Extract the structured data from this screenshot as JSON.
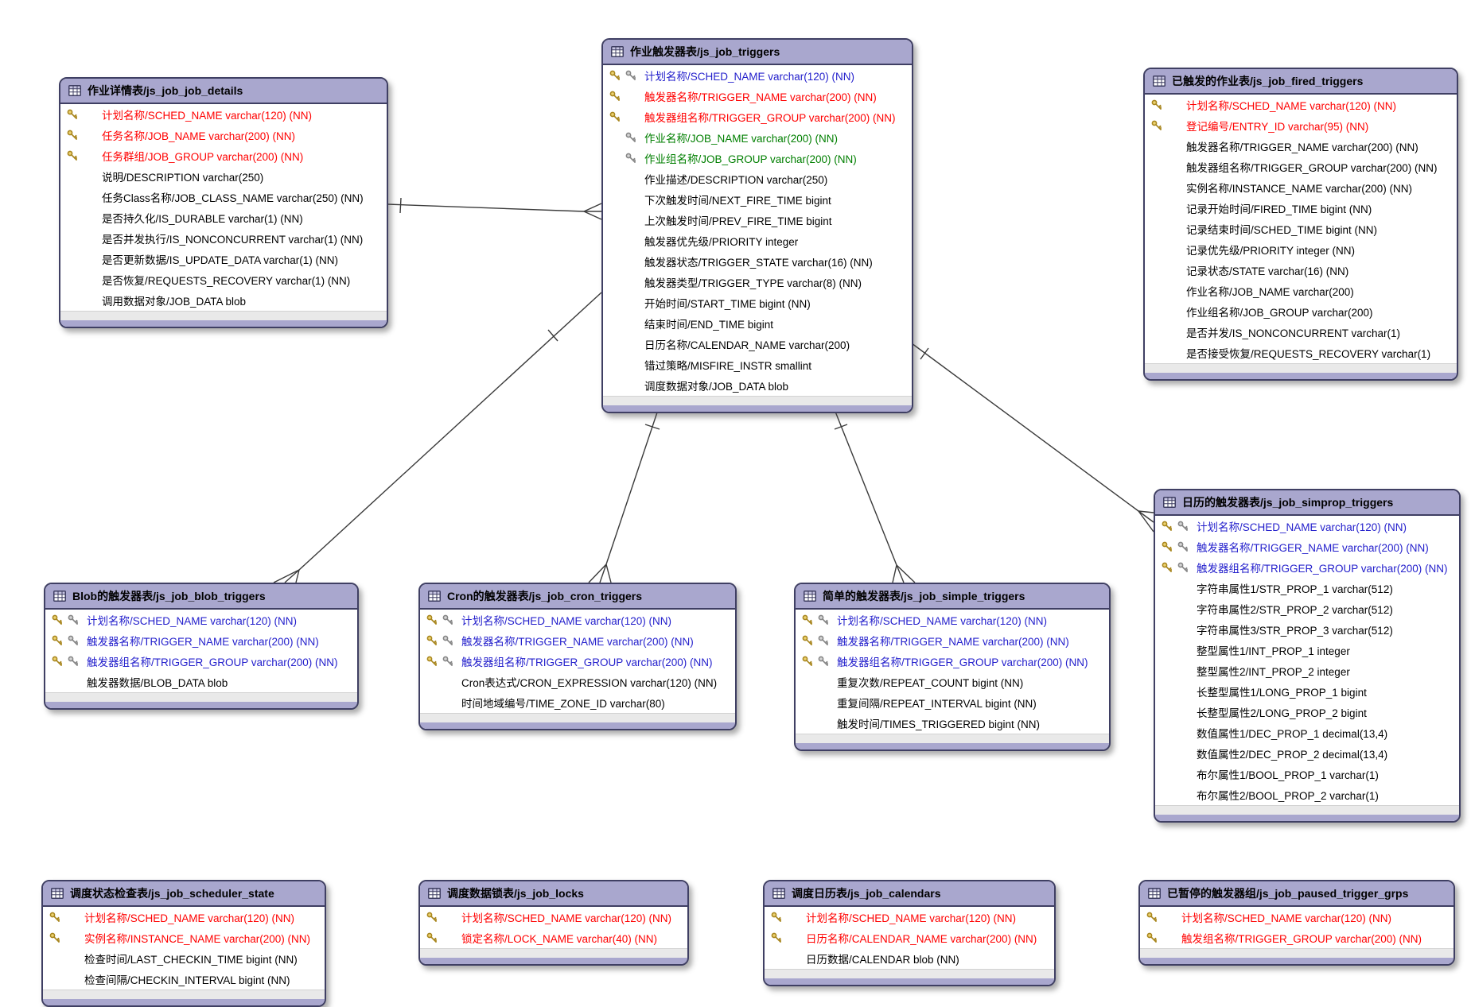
{
  "palette": {
    "header_bg": "#a9a7ce",
    "table_border": "#3f3f63",
    "footer_bg": "#e9e9e9",
    "line_color": "#3a3a3a",
    "gold_key": "#c9a227",
    "gray_key": "#9a9a9a",
    "field_colors": {
      "red": "#ff0000",
      "blue": "#2420cc",
      "green": "#007f00",
      "black": "#000000"
    }
  },
  "tables": [
    {
      "id": "job_details",
      "title": "作业详情表/js_job_job_details",
      "fields": [
        {
          "keys": [
            "pk"
          ],
          "color": "red",
          "text": "计划名称/SCHED_NAME varchar(120) (NN)"
        },
        {
          "keys": [
            "pk"
          ],
          "color": "red",
          "text": "任务名称/JOB_NAME varchar(200) (NN)"
        },
        {
          "keys": [
            "pk"
          ],
          "color": "red",
          "text": "任务群组/JOB_GROUP varchar(200) (NN)"
        },
        {
          "keys": [],
          "color": "black",
          "text": "说明/DESCRIPTION varchar(250)"
        },
        {
          "keys": [],
          "color": "black",
          "text": "任务Class名称/JOB_CLASS_NAME varchar(250) (NN)"
        },
        {
          "keys": [],
          "color": "black",
          "text": "是否持久化/IS_DURABLE varchar(1) (NN)"
        },
        {
          "keys": [],
          "color": "black",
          "text": "是否并发执行/IS_NONCONCURRENT varchar(1) (NN)"
        },
        {
          "keys": [],
          "color": "black",
          "text": "是否更新数据/IS_UPDATE_DATA varchar(1) (NN)"
        },
        {
          "keys": [],
          "color": "black",
          "text": "是否恢复/REQUESTS_RECOVERY varchar(1) (NN)"
        },
        {
          "keys": [],
          "color": "black",
          "text": "调用数据对象/JOB_DATA blob"
        }
      ]
    },
    {
      "id": "triggers",
      "title": "作业触发器表/js_job_triggers",
      "fields": [
        {
          "keys": [
            "pk",
            "fk"
          ],
          "color": "blue",
          "text": "计划名称/SCHED_NAME varchar(120) (NN)"
        },
        {
          "keys": [
            "pk"
          ],
          "color": "red",
          "text": "触发器名称/TRIGGER_NAME varchar(200) (NN)"
        },
        {
          "keys": [
            "pk"
          ],
          "color": "red",
          "text": "触发器组名称/TRIGGER_GROUP varchar(200) (NN)"
        },
        {
          "keys": [
            "fk"
          ],
          "color": "green",
          "text": "作业名称/JOB_NAME varchar(200) (NN)"
        },
        {
          "keys": [
            "fk"
          ],
          "color": "green",
          "text": "作业组名称/JOB_GROUP varchar(200) (NN)"
        },
        {
          "keys": [],
          "color": "black",
          "text": "作业描述/DESCRIPTION varchar(250)"
        },
        {
          "keys": [],
          "color": "black",
          "text": "下次触发时间/NEXT_FIRE_TIME bigint"
        },
        {
          "keys": [],
          "color": "black",
          "text": "上次触发时间/PREV_FIRE_TIME bigint"
        },
        {
          "keys": [],
          "color": "black",
          "text": "触发器优先级/PRIORITY integer"
        },
        {
          "keys": [],
          "color": "black",
          "text": "触发器状态/TRIGGER_STATE varchar(16) (NN)"
        },
        {
          "keys": [],
          "color": "black",
          "text": "触发器类型/TRIGGER_TYPE varchar(8) (NN)"
        },
        {
          "keys": [],
          "color": "black",
          "text": "开始时间/START_TIME bigint (NN)"
        },
        {
          "keys": [],
          "color": "black",
          "text": "结束时间/END_TIME bigint"
        },
        {
          "keys": [],
          "color": "black",
          "text": "日历名称/CALENDAR_NAME varchar(200)"
        },
        {
          "keys": [],
          "color": "black",
          "text": "错过策略/MISFIRE_INSTR smallint"
        },
        {
          "keys": [],
          "color": "black",
          "text": "调度数据对象/JOB_DATA blob"
        }
      ]
    },
    {
      "id": "fired_triggers",
      "title": "已触发的作业表/js_job_fired_triggers",
      "fields": [
        {
          "keys": [
            "pk"
          ],
          "color": "red",
          "text": "计划名称/SCHED_NAME varchar(120) (NN)"
        },
        {
          "keys": [
            "pk"
          ],
          "color": "red",
          "text": "登记编号/ENTRY_ID varchar(95) (NN)"
        },
        {
          "keys": [],
          "color": "black",
          "text": "触发器名称/TRIGGER_NAME varchar(200) (NN)"
        },
        {
          "keys": [],
          "color": "black",
          "text": "触发器组名称/TRIGGER_GROUP varchar(200) (NN)"
        },
        {
          "keys": [],
          "color": "black",
          "text": "实例名称/INSTANCE_NAME varchar(200) (NN)"
        },
        {
          "keys": [],
          "color": "black",
          "text": "记录开始时间/FIRED_TIME bigint (NN)"
        },
        {
          "keys": [],
          "color": "black",
          "text": "记录结束时间/SCHED_TIME bigint (NN)"
        },
        {
          "keys": [],
          "color": "black",
          "text": "记录优先级/PRIORITY integer (NN)"
        },
        {
          "keys": [],
          "color": "black",
          "text": "记录状态/STATE varchar(16) (NN)"
        },
        {
          "keys": [],
          "color": "black",
          "text": "作业名称/JOB_NAME varchar(200)"
        },
        {
          "keys": [],
          "color": "black",
          "text": "作业组名称/JOB_GROUP varchar(200)"
        },
        {
          "keys": [],
          "color": "black",
          "text": "是否并发/IS_NONCONCURRENT varchar(1)"
        },
        {
          "keys": [],
          "color": "black",
          "text": "是否接受恢复/REQUESTS_RECOVERY varchar(1)"
        }
      ]
    },
    {
      "id": "simprop_triggers",
      "title": "日历的触发器表/js_job_simprop_triggers",
      "fields": [
        {
          "keys": [
            "pk",
            "fk"
          ],
          "color": "blue",
          "text": "计划名称/SCHED_NAME varchar(120) (NN)"
        },
        {
          "keys": [
            "pk",
            "fk"
          ],
          "color": "blue",
          "text": "触发器名称/TRIGGER_NAME varchar(200) (NN)"
        },
        {
          "keys": [
            "pk",
            "fk"
          ],
          "color": "blue",
          "text": "触发器组名称/TRIGGER_GROUP varchar(200) (NN)"
        },
        {
          "keys": [],
          "color": "black",
          "text": "字符串属性1/STR_PROP_1 varchar(512)"
        },
        {
          "keys": [],
          "color": "black",
          "text": "字符串属性2/STR_PROP_2 varchar(512)"
        },
        {
          "keys": [],
          "color": "black",
          "text": "字符串属性3/STR_PROP_3 varchar(512)"
        },
        {
          "keys": [],
          "color": "black",
          "text": "整型属性1/INT_PROP_1 integer"
        },
        {
          "keys": [],
          "color": "black",
          "text": "整型属性2/INT_PROP_2 integer"
        },
        {
          "keys": [],
          "color": "black",
          "text": "长整型属性1/LONG_PROP_1 bigint"
        },
        {
          "keys": [],
          "color": "black",
          "text": "长整型属性2/LONG_PROP_2 bigint"
        },
        {
          "keys": [],
          "color": "black",
          "text": "数值属性1/DEC_PROP_1 decimal(13,4)"
        },
        {
          "keys": [],
          "color": "black",
          "text": "数值属性2/DEC_PROP_2 decimal(13,4)"
        },
        {
          "keys": [],
          "color": "black",
          "text": "布尔属性1/BOOL_PROP_1 varchar(1)"
        },
        {
          "keys": [],
          "color": "black",
          "text": "布尔属性2/BOOL_PROP_2 varchar(1)"
        }
      ]
    },
    {
      "id": "blob_triggers",
      "title": "Blob的触发器表/js_job_blob_triggers",
      "fields": [
        {
          "keys": [
            "pk",
            "fk"
          ],
          "color": "blue",
          "text": "计划名称/SCHED_NAME varchar(120) (NN)"
        },
        {
          "keys": [
            "pk",
            "fk"
          ],
          "color": "blue",
          "text": "触发器名称/TRIGGER_NAME varchar(200) (NN)"
        },
        {
          "keys": [
            "pk",
            "fk"
          ],
          "color": "blue",
          "text": "触发器组名称/TRIGGER_GROUP varchar(200) (NN)"
        },
        {
          "keys": [],
          "color": "black",
          "text": "触发器数据/BLOB_DATA blob"
        }
      ]
    },
    {
      "id": "cron_triggers",
      "title": "Cron的触发器表/js_job_cron_triggers",
      "fields": [
        {
          "keys": [
            "pk",
            "fk"
          ],
          "color": "blue",
          "text": "计划名称/SCHED_NAME varchar(120) (NN)"
        },
        {
          "keys": [
            "pk",
            "fk"
          ],
          "color": "blue",
          "text": "触发器名称/TRIGGER_NAME varchar(200) (NN)"
        },
        {
          "keys": [
            "pk",
            "fk"
          ],
          "color": "blue",
          "text": "触发器组名称/TRIGGER_GROUP varchar(200) (NN)"
        },
        {
          "keys": [],
          "color": "black",
          "text": "Cron表达式/CRON_EXPRESSION varchar(120) (NN)"
        },
        {
          "keys": [],
          "color": "black",
          "text": "时间地域编号/TIME_ZONE_ID varchar(80)"
        }
      ]
    },
    {
      "id": "simple_triggers",
      "title": "简单的触发器表/js_job_simple_triggers",
      "fields": [
        {
          "keys": [
            "pk",
            "fk"
          ],
          "color": "blue",
          "text": "计划名称/SCHED_NAME varchar(120) (NN)"
        },
        {
          "keys": [
            "pk",
            "fk"
          ],
          "color": "blue",
          "text": "触发器名称/TRIGGER_NAME varchar(200) (NN)"
        },
        {
          "keys": [
            "pk",
            "fk"
          ],
          "color": "blue",
          "text": "触发器组名称/TRIGGER_GROUP varchar(200) (NN)"
        },
        {
          "keys": [],
          "color": "black",
          "text": "重复次数/REPEAT_COUNT bigint (NN)"
        },
        {
          "keys": [],
          "color": "black",
          "text": "重复间隔/REPEAT_INTERVAL bigint (NN)"
        },
        {
          "keys": [],
          "color": "black",
          "text": "触发时间/TIMES_TRIGGERED bigint (NN)"
        }
      ]
    },
    {
      "id": "scheduler_state",
      "title": "调度状态检查表/js_job_scheduler_state",
      "fields": [
        {
          "keys": [
            "pk"
          ],
          "color": "red",
          "text": "计划名称/SCHED_NAME varchar(120) (NN)"
        },
        {
          "keys": [
            "pk"
          ],
          "color": "red",
          "text": "实例名称/INSTANCE_NAME varchar(200) (NN)"
        },
        {
          "keys": [],
          "color": "black",
          "text": "检查时间/LAST_CHECKIN_TIME bigint (NN)"
        },
        {
          "keys": [],
          "color": "black",
          "text": "检查间隔/CHECKIN_INTERVAL bigint (NN)"
        }
      ]
    },
    {
      "id": "locks",
      "title": "调度数据锁表/js_job_locks",
      "fields": [
        {
          "keys": [
            "pk"
          ],
          "color": "red",
          "text": "计划名称/SCHED_NAME varchar(120) (NN)"
        },
        {
          "keys": [
            "pk"
          ],
          "color": "red",
          "text": "锁定名称/LOCK_NAME varchar(40) (NN)"
        }
      ]
    },
    {
      "id": "calendars",
      "title": "调度日历表/js_job_calendars",
      "fields": [
        {
          "keys": [
            "pk"
          ],
          "color": "red",
          "text": "计划名称/SCHED_NAME varchar(120) (NN)"
        },
        {
          "keys": [
            "pk"
          ],
          "color": "red",
          "text": "日历名称/CALENDAR_NAME varchar(200) (NN)"
        },
        {
          "keys": [],
          "color": "black",
          "text": "日历数据/CALENDAR blob (NN)"
        }
      ]
    },
    {
      "id": "paused_trigger_grps",
      "title": "已暂停的触发器组/js_job_paused_trigger_grps",
      "fields": [
        {
          "keys": [
            "pk"
          ],
          "color": "red",
          "text": "计划名称/SCHED_NAME varchar(120) (NN)"
        },
        {
          "keys": [
            "pk"
          ],
          "color": "red",
          "text": "触发组名称/TRIGGER_GROUP varchar(200) (NN)"
        }
      ]
    }
  ],
  "relationships": [
    {
      "id": "details-to-triggers",
      "from": "js_job_job_details",
      "to": "js_job_triggers",
      "from_cardinality": "one",
      "to_cardinality": "many"
    },
    {
      "id": "triggers-to-blob",
      "from": "js_job_triggers",
      "to": "js_job_blob_triggers",
      "from_cardinality": "one",
      "to_cardinality": "many"
    },
    {
      "id": "triggers-to-cron",
      "from": "js_job_triggers",
      "to": "js_job_cron_triggers",
      "from_cardinality": "one",
      "to_cardinality": "many"
    },
    {
      "id": "triggers-to-simple",
      "from": "js_job_triggers",
      "to": "js_job_simple_triggers",
      "from_cardinality": "one",
      "to_cardinality": "many"
    },
    {
      "id": "triggers-to-simprop",
      "from": "js_job_triggers",
      "to": "js_job_simprop_triggers",
      "from_cardinality": "one",
      "to_cardinality": "many"
    }
  ]
}
